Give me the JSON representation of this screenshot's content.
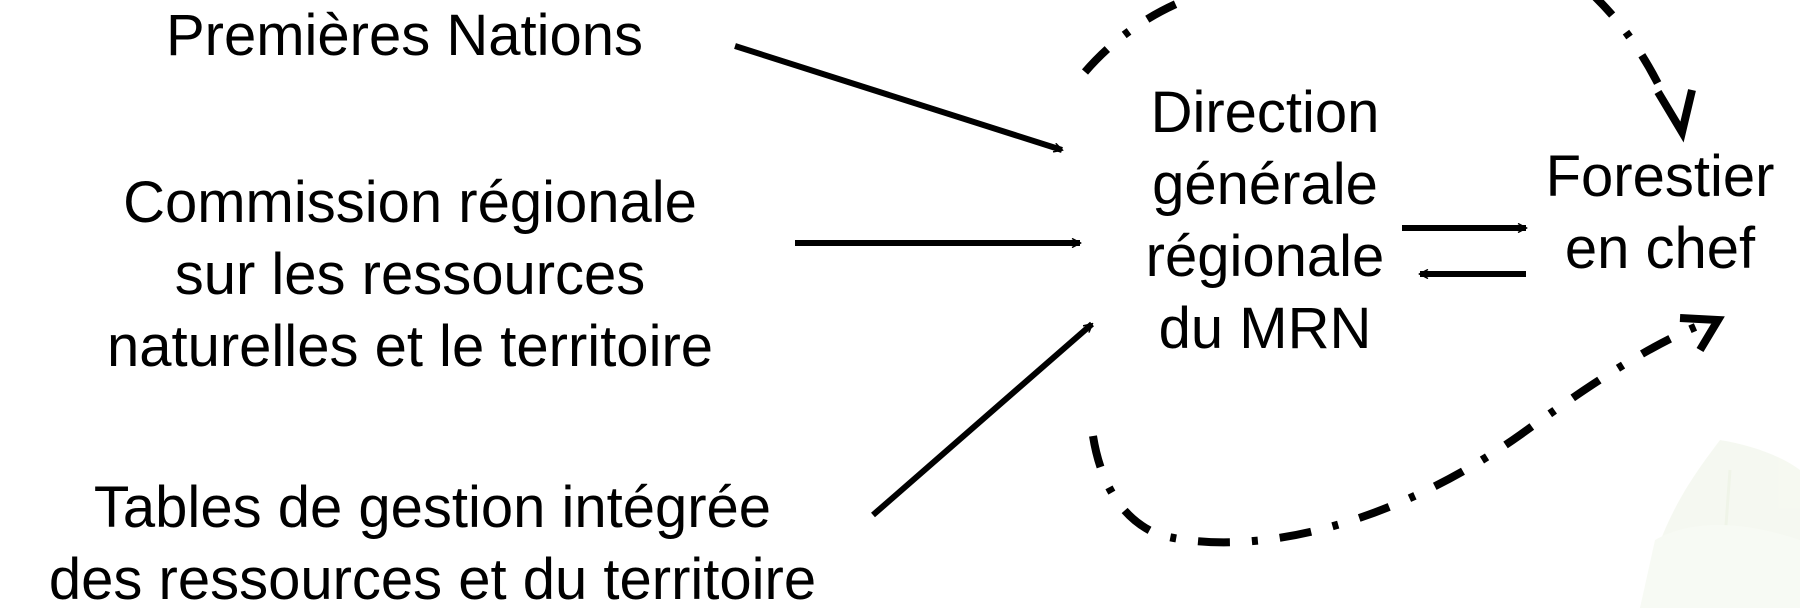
{
  "diagram": {
    "nodes": {
      "premieres_nations": {
        "lines": [
          "Premières Nations"
        ]
      },
      "commission": {
        "lines": [
          "Commission régionale",
          "sur les ressources",
          "naturelles et le territoire"
        ]
      },
      "tables": {
        "lines": [
          "Tables de gestion intégrée",
          "des ressources et du territoire"
        ]
      },
      "direction": {
        "lines": [
          "Direction",
          "générale",
          "régionale",
          "du MRN"
        ]
      },
      "forestier": {
        "lines": [
          "Forestier",
          "en chef"
        ]
      }
    },
    "edges": [
      {
        "from": "premieres_nations",
        "to": "direction",
        "style": "solid"
      },
      {
        "from": "commission",
        "to": "direction",
        "style": "solid"
      },
      {
        "from": "tables",
        "to": "direction",
        "style": "solid"
      },
      {
        "from": "direction",
        "to": "forestier",
        "style": "solid"
      },
      {
        "from": "forestier",
        "to": "direction",
        "style": "solid"
      },
      {
        "from": "direction",
        "to": "forestier",
        "style": "dash-dot",
        "route": "over-top"
      },
      {
        "from": "direction",
        "to": "forestier",
        "style": "dash-dot",
        "route": "under-bottom"
      }
    ],
    "colors": {
      "line": "#000000",
      "text": "#000000",
      "background": "#ffffff",
      "leaf_watermark": "#eef4e6"
    }
  }
}
